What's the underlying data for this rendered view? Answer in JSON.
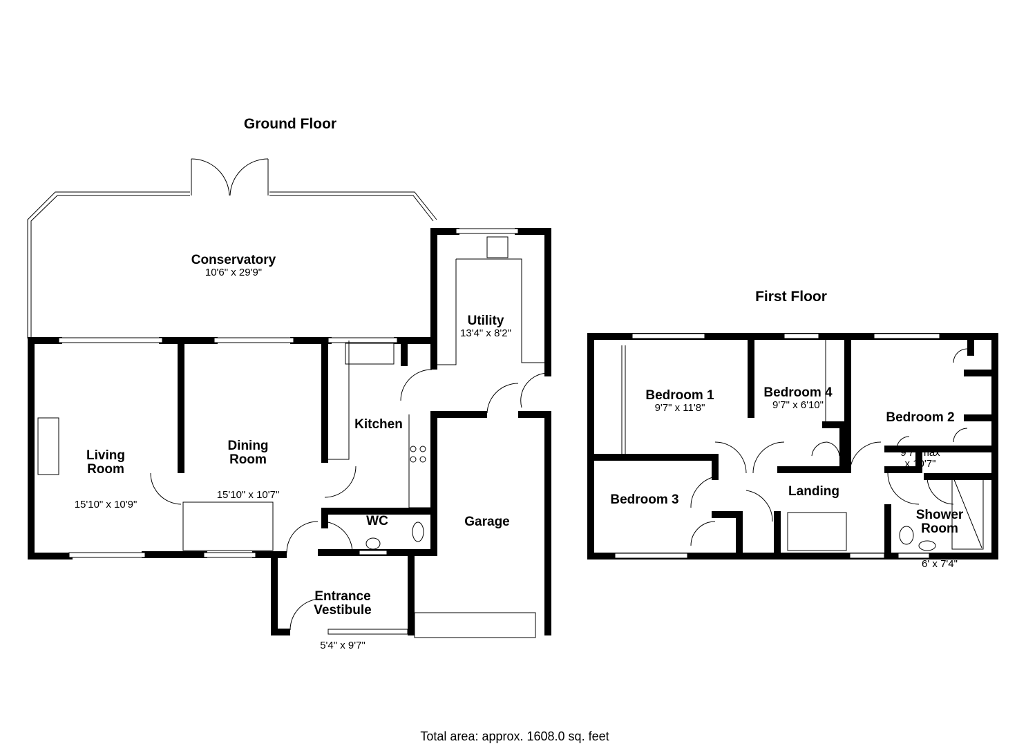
{
  "floors": [
    {
      "title": "Ground Floor",
      "rooms": [
        {
          "name": "Conservatory",
          "dims": "10'6\" x 29'9\""
        },
        {
          "name": "Utility",
          "dims": "13'4\" x 8'2\""
        },
        {
          "name": "Living\nRoom",
          "dims": "15'10\" x 10'9\""
        },
        {
          "name": "Dining\nRoom",
          "dims": "15'10\" x 10'7\""
        },
        {
          "name": "Kitchen",
          "dims": ""
        },
        {
          "name": "WC",
          "dims": ""
        },
        {
          "name": "Garage",
          "dims": ""
        },
        {
          "name": "Entrance\nVestibule",
          "dims": "5'4\" x 9'7\""
        }
      ]
    },
    {
      "title": "First Floor",
      "rooms": [
        {
          "name": "Bedroom 1",
          "dims": "9'7\" x 11'8\""
        },
        {
          "name": "Bedroom 4",
          "dims": "9'7\" x 6'10\""
        },
        {
          "name": "Bedroom 2",
          "dims": "9'7\" max\nx 10'7\""
        },
        {
          "name": "Bedroom 3",
          "dims": ""
        },
        {
          "name": "Landing",
          "dims": ""
        },
        {
          "name": "Shower\nRoom",
          "dims": "6' x 7'4\""
        }
      ]
    }
  ],
  "total_area": "Total area: approx. 1608.0 sq. feet"
}
